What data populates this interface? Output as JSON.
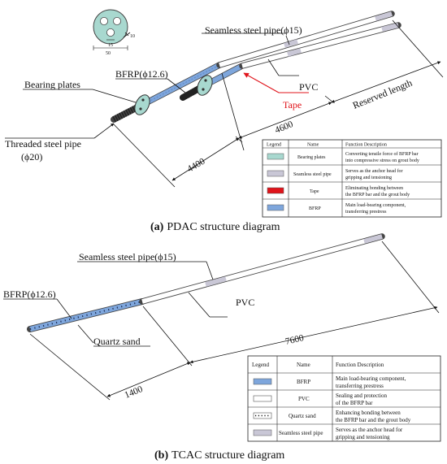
{
  "colors": {
    "bearing_plate": "#a8d8cf",
    "steel_pipe": "#c9c7d6",
    "tape": "#e0141b",
    "bfrp": "#7ea6dc",
    "pvc": "#ffffff",
    "threaded": "#555555"
  },
  "a": {
    "section": {
      "dim_15": "15",
      "dim_10": "10",
      "dim_50": "50"
    },
    "labels": {
      "seamless": "Seamless steel pipe(ϕ15)",
      "bfrp": "BFRP(ϕ12.6)",
      "bearing": "Bearing plates",
      "pvc": "PVC",
      "tape": "Tape",
      "reserved": "Reserved length",
      "threaded_1": "Threaded steel pipe",
      "threaded_2": "(ϕ20)"
    },
    "dims": {
      "d4600": "4600",
      "d4400": "4400"
    },
    "legend": {
      "headers": [
        "Legend",
        "Name",
        "Function Description"
      ],
      "rows": [
        {
          "name": "Bearing plates",
          "desc1": "Converting tensile force of BFRP bar",
          "desc2": "into compressive stress on grout body"
        },
        {
          "name": "Seamless steel pipe",
          "desc1": "Serves as the anchor head for",
          "desc2": "gripping and tensioning"
        },
        {
          "name": "Tape",
          "desc1": "Eliminating bonding between",
          "desc2": "the BFRP bar and the grout body"
        },
        {
          "name": "BFRP",
          "desc1": "Main load-bearing component,",
          "desc2": "transferring prestress"
        }
      ]
    },
    "caption_label": "(a)",
    "caption_text": "PDAC structure diagram"
  },
  "b": {
    "labels": {
      "seamless": "Seamless steel pipe(ϕ15)",
      "bfrp": "BFRP(ϕ12.6)",
      "pvc": "PVC",
      "quartz": "Quartz sand"
    },
    "dims": {
      "d7600": "7600",
      "d1400": "1400"
    },
    "legend": {
      "headers": [
        "Legend",
        "Name",
        "Function Description"
      ],
      "rows": [
        {
          "name": "BFRP",
          "desc1": "Main load-bearing component,",
          "desc2": "transferring prestress"
        },
        {
          "name": "PVC",
          "desc1": "Sealing and protection",
          "desc2": "of the BFRP bar"
        },
        {
          "name": "Quartz sand",
          "desc1": "Enhancing bonding between",
          "desc2": "the BFRP bar and the grout body"
        },
        {
          "name": "Seamless steel pipe",
          "desc1": "Serves as the anchor head for",
          "desc2": "gripping and tensioning"
        }
      ]
    },
    "caption_label": "(b)",
    "caption_text": "TCAC structure diagram"
  }
}
